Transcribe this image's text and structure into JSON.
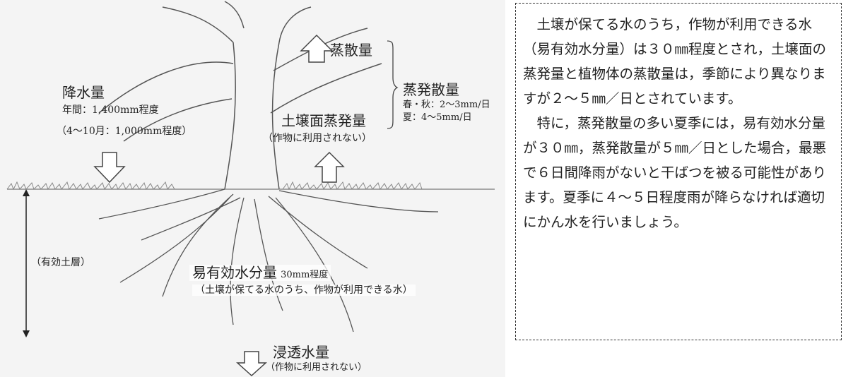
{
  "diagram": {
    "transpiration": "蒸散量",
    "evapotranspiration": "蒸発散量",
    "evap_rate_spring_autumn": "春・秋：2～3mm/日",
    "evap_rate_summer": "夏：4～5mm/日",
    "soil_evaporation": "土壌面蒸発量",
    "soil_evaporation_note": "（作物に利用されない）",
    "precipitation": "降水量",
    "precipitation_annual": "年間：1,400mm程度",
    "precipitation_season": "（4～10月：1,000mm程度）",
    "effective_layer": "（有効土層）",
    "available_water": "易有効水分量",
    "available_water_amount": "30mm程度",
    "available_water_note": "（土壌が保てる水のうち、作物が利用できる水）",
    "percolation": "浸透水量",
    "percolation_note": "（作物に利用されない）"
  },
  "text": {
    "paragraph1": "土壌が保てる水のうち，作物が利用できる水（易有効水分量）は３０㎜程度とされ，土壌面の蒸発量と植物体の蒸散量は，季節により異なりますが２～５㎜／日とされています。",
    "paragraph2": "特に，蒸発散量の多い夏季には，易有効水分量が３０㎜，蒸発散量が５㎜／日とした場合，最悪で６日間降雨がないと干ばつを被る可能性があります。夏季に４～５日程度雨が降らなければ適切にかん水を行いましょう。"
  }
}
